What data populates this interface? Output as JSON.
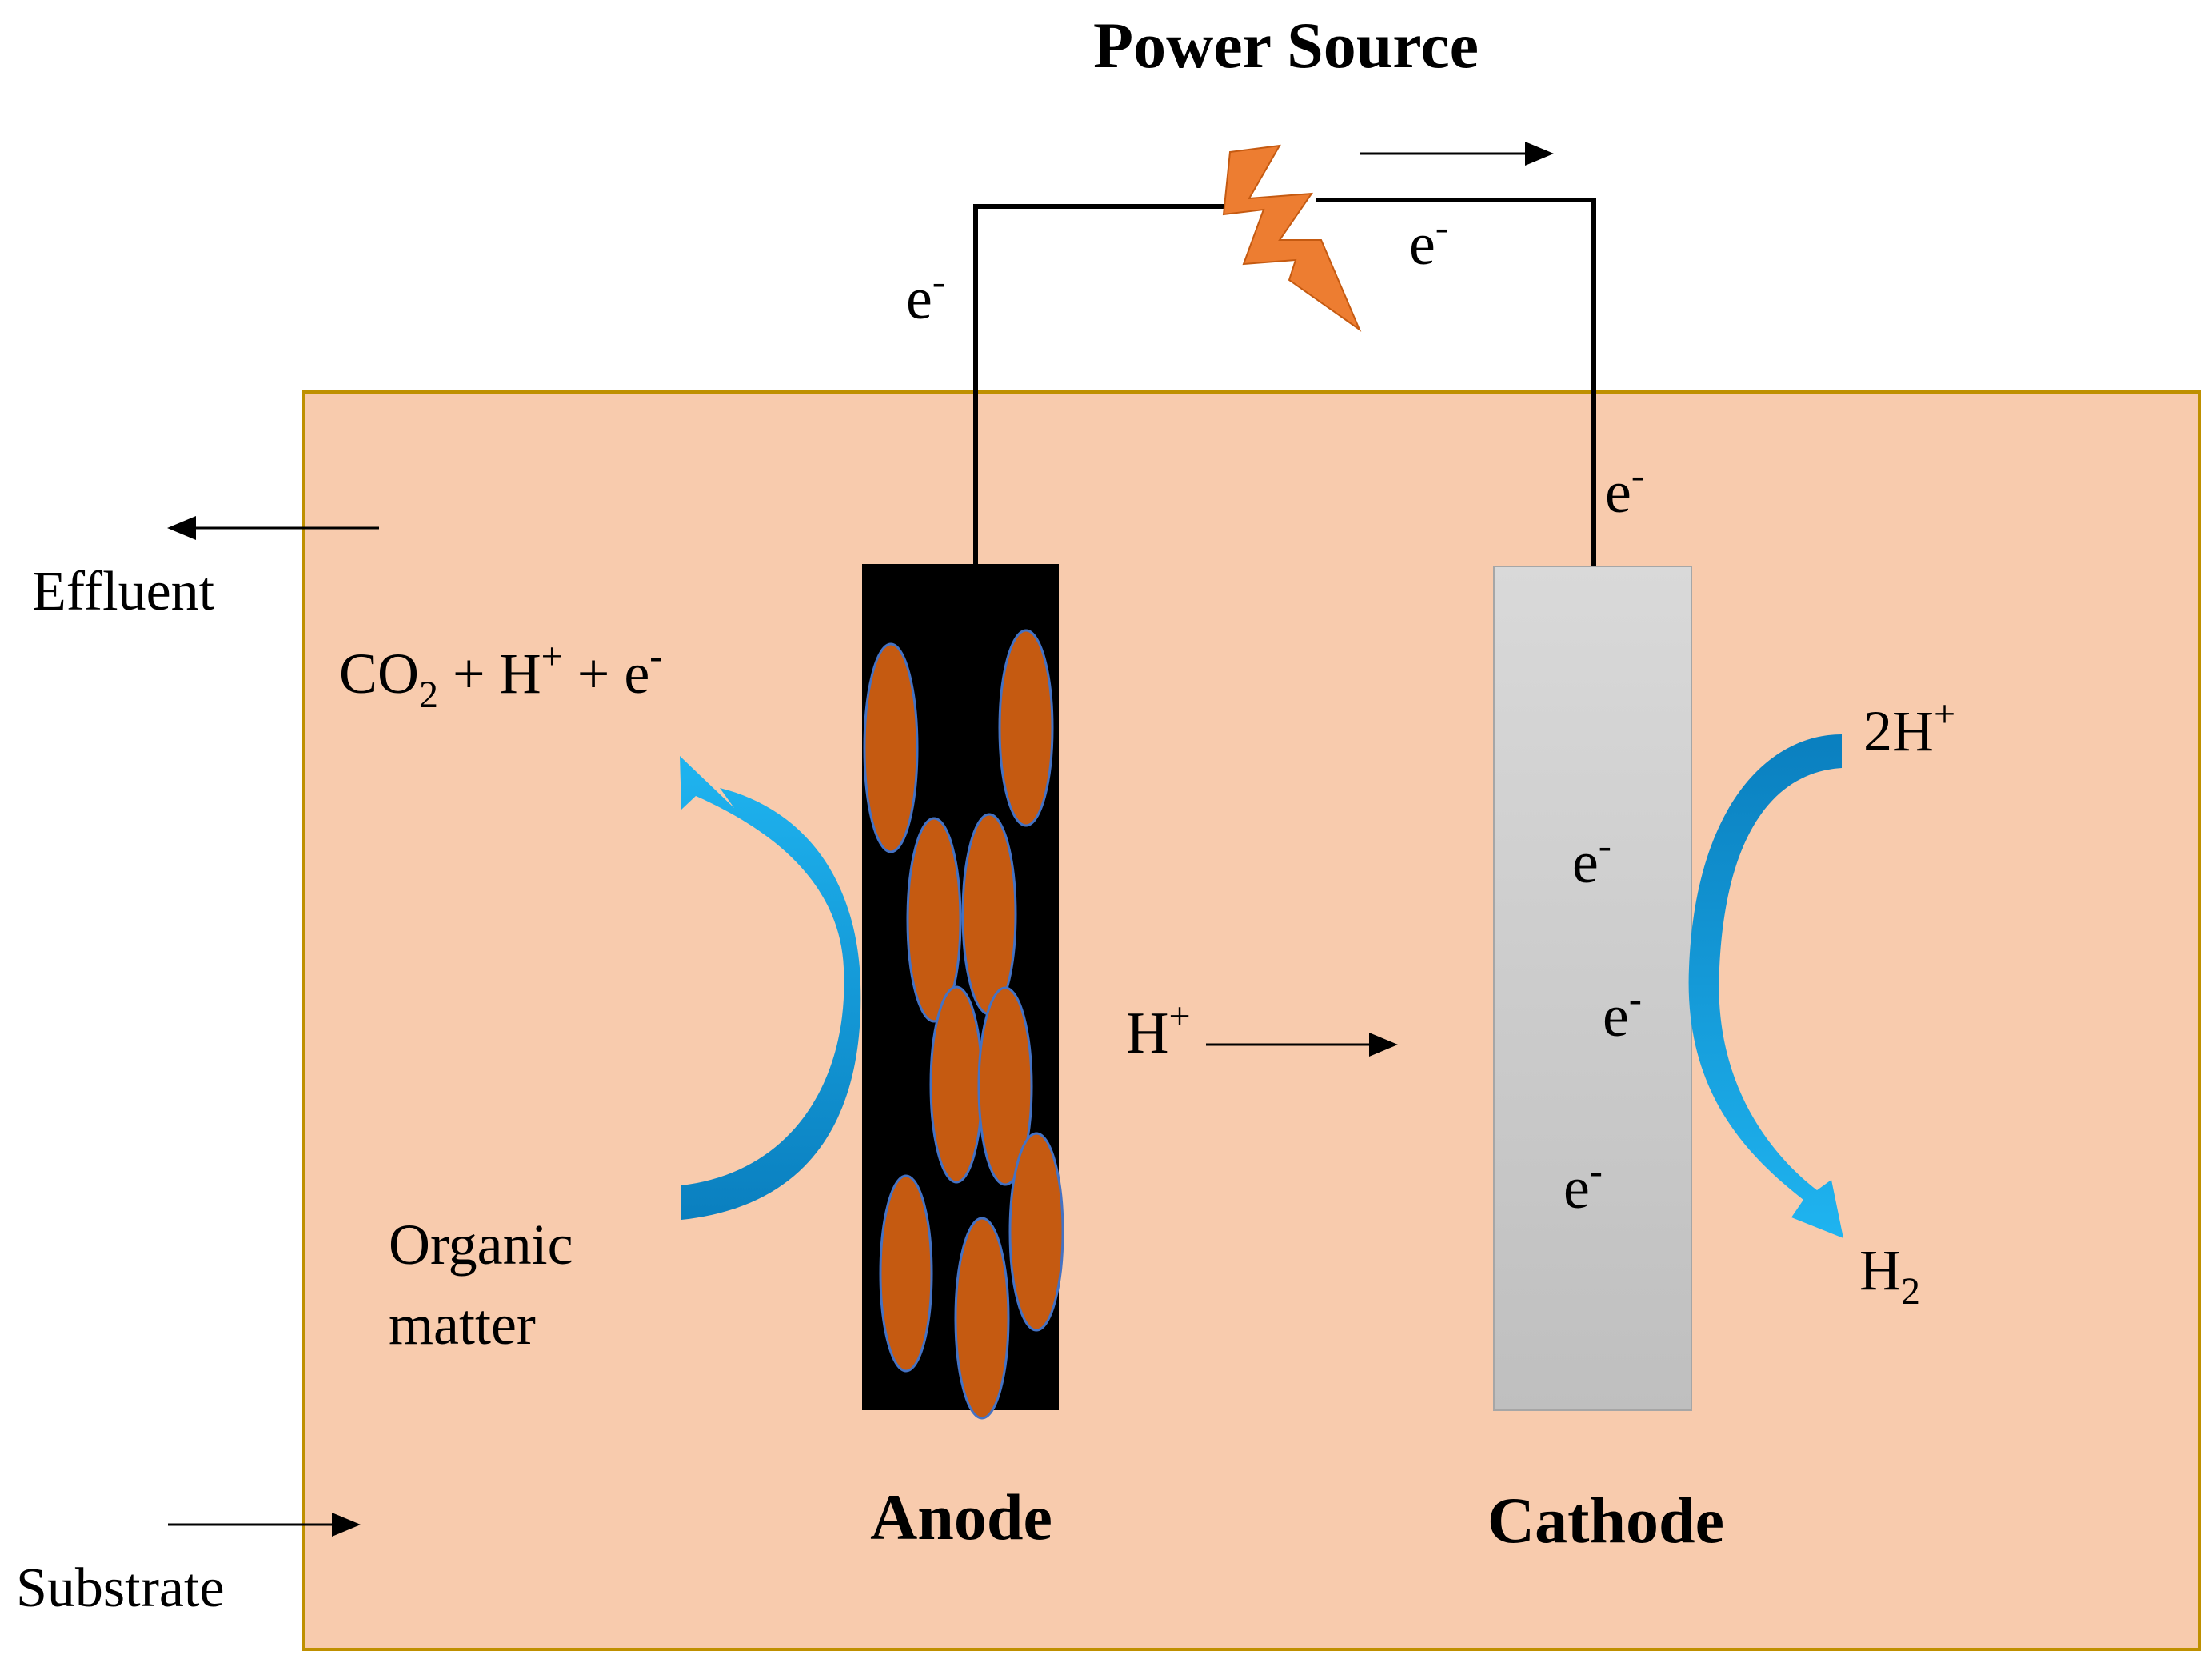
{
  "title": "Power Source",
  "electrodes": {
    "anode": "Anode",
    "cathode": "Cathode"
  },
  "flows": {
    "effluent": "Effluent",
    "substrate": "Substrate"
  },
  "anode_side": {
    "organic_line1": "Organic",
    "organic_line2": "matter",
    "product_co2": "CO",
    "product_co2_sub": "2",
    "product_rest_a": " + H",
    "product_rest_sup": "+",
    "product_rest_b": " + e",
    "product_rest_sup2": "-"
  },
  "proton_transfer": {
    "base": "H",
    "sup": "+"
  },
  "cathode_side": {
    "reactant_base": "2H",
    "reactant_sup": "+",
    "product_base": "H",
    "product_sub": "2"
  },
  "electron": {
    "base": "e",
    "sup": "-"
  },
  "colors": {
    "chamber": "#F8CBAD",
    "chamber_border": "#BF9000",
    "anode": "#000000",
    "bacteria": "#C55A11",
    "bacteria_outline": "#4472C4",
    "cathode_top": "#D9D9D9",
    "cathode_bottom": "#BFBFBF",
    "curved_arrow_light": "#00B0F0",
    "curved_arrow_dark": "#0070C0",
    "lightning": "#ED7D31"
  }
}
